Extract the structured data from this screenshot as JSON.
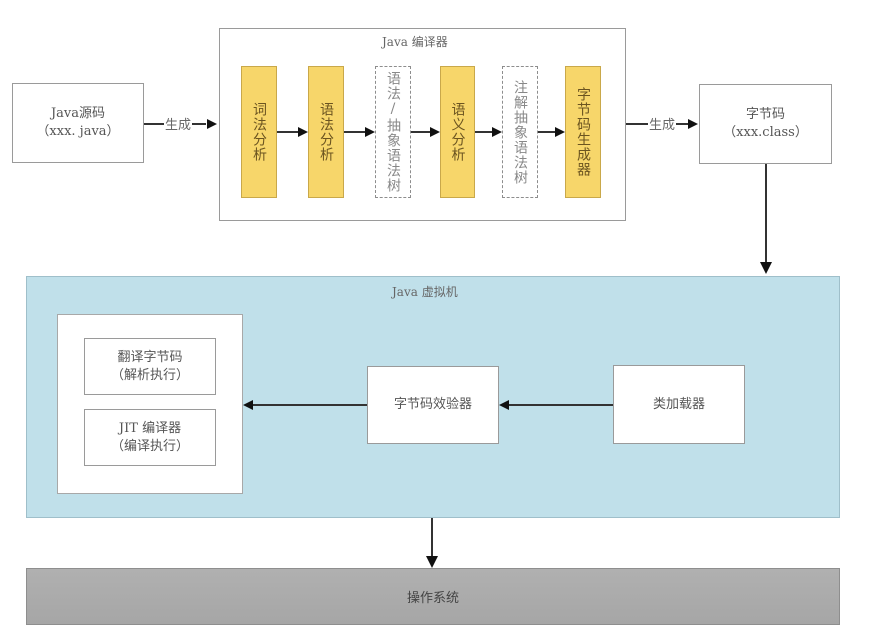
{
  "source": {
    "line1": "Java源码",
    "line2": "（xxx. java）"
  },
  "edge_generate_1": "生成",
  "compiler": {
    "title": "Java 编译器",
    "stages": [
      {
        "label": "词法分析",
        "style": "yellow"
      },
      {
        "label": "语法分析",
        "style": "yellow"
      },
      {
        "label": "语法/抽象语法树",
        "style": "dashed"
      },
      {
        "label": "语义分析",
        "style": "yellow"
      },
      {
        "label": "注解抽象语法树",
        "style": "dashed"
      },
      {
        "label": "字节码生成器",
        "style": "yellow"
      }
    ]
  },
  "edge_generate_2": "生成",
  "bytecode": {
    "line1": "字节码",
    "line2": "（xxx.class）"
  },
  "jvm": {
    "title": "Java 虚拟机",
    "class_loader": "类加载器",
    "verifier": "字节码效验器",
    "interpreter": {
      "line1": "翻译字节码",
      "line2": "（解析执行）"
    },
    "jit": {
      "line1": "JIT 编译器",
      "line2": "（编译执行）"
    }
  },
  "os": {
    "label": "操作系统"
  },
  "colors": {
    "stage_fill": "#f7d66a",
    "jvm_fill": "#c0e0ea",
    "os_fill": "#ababab"
  }
}
